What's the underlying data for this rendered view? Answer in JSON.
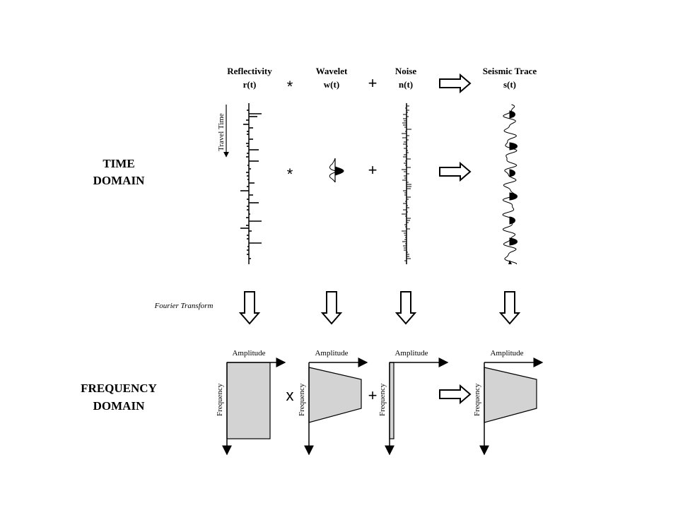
{
  "headers": {
    "reflectivity": {
      "name": "Reflectivity",
      "symbol": "r(t)"
    },
    "wavelet": {
      "name": "Wavelet",
      "symbol": "w(t)"
    },
    "noise": {
      "name": "Noise",
      "symbol": "n(t)"
    },
    "seismic": {
      "name": "Seismic Trace",
      "symbol": "s(t)"
    }
  },
  "operators": {
    "convolve": "*",
    "plus": "+",
    "multiply": "x"
  },
  "time_domain": {
    "line1": "TIME",
    "line2": "DOMAIN",
    "travel_time": "Travel Time"
  },
  "transform_label": "Fourier Transform",
  "frequency_domain": {
    "line1": "FREQUENCY",
    "line2": "DOMAIN"
  },
  "axis_labels": {
    "amplitude": "Amplitude",
    "frequency": "Frequency"
  },
  "colors": {
    "fill": "#d3d3d3",
    "ink": "#000000",
    "background": "#ffffff"
  }
}
